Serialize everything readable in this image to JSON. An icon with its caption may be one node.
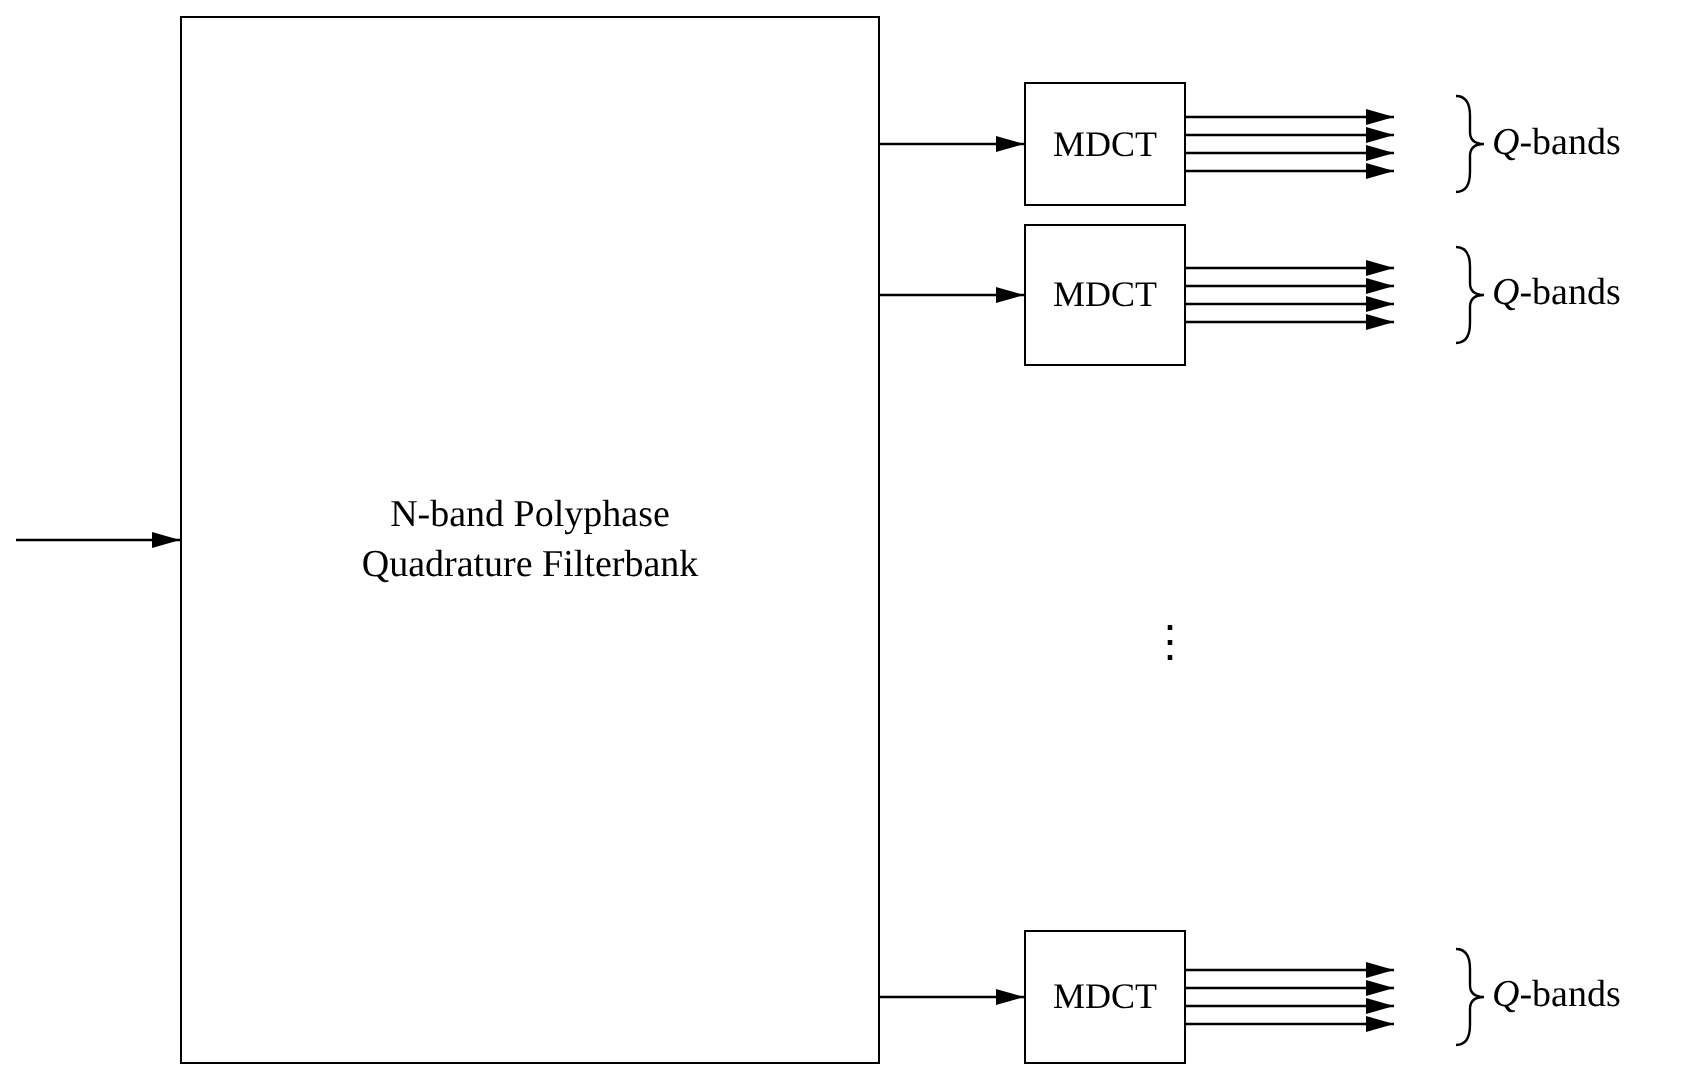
{
  "diagram": {
    "nodes": [
      {
        "text": [
          "N-band Polyphase Quadrature Filterbank"
        ]
      },
      {
        "text": [
          "MDCT"
        ]
      },
      {
        "text": [
          "MDCT"
        ]
      },
      {
        "text": [
          "MDCT"
        ]
      }
    ],
    "edges": [
      {
        "from": null,
        "to": 0,
        "arrow": "to"
      },
      {
        "from": 0,
        "to": 1,
        "arrow": "to"
      },
      {
        "from": 0,
        "to": 2,
        "arrow": "to"
      },
      {
        "from": 0,
        "to": 3,
        "arrow": "to"
      },
      {
        "from": 1,
        "to": null,
        "arrow": "to"
      },
      {
        "from": 1,
        "to": null,
        "arrow": "to"
      },
      {
        "from": 1,
        "to": null,
        "arrow": "to"
      },
      {
        "from": 1,
        "to": null,
        "arrow": "to"
      },
      {
        "from": 2,
        "to": null,
        "arrow": "to"
      },
      {
        "from": 2,
        "to": null,
        "arrow": "to"
      },
      {
        "from": 2,
        "to": null,
        "arrow": "to"
      },
      {
        "from": 2,
        "to": null,
        "arrow": "to"
      },
      {
        "from": 3,
        "to": null,
        "arrow": "to"
      },
      {
        "from": 3,
        "to": null,
        "arrow": "to"
      },
      {
        "from": 3,
        "to": null,
        "arrow": "to"
      },
      {
        "from": 3,
        "to": null,
        "arrow": "to"
      }
    ],
    "labels": [
      "*Q*-bands",
      "*Q*-bands",
      "⋮",
      "*Q*-bands"
    ]
  }
}
